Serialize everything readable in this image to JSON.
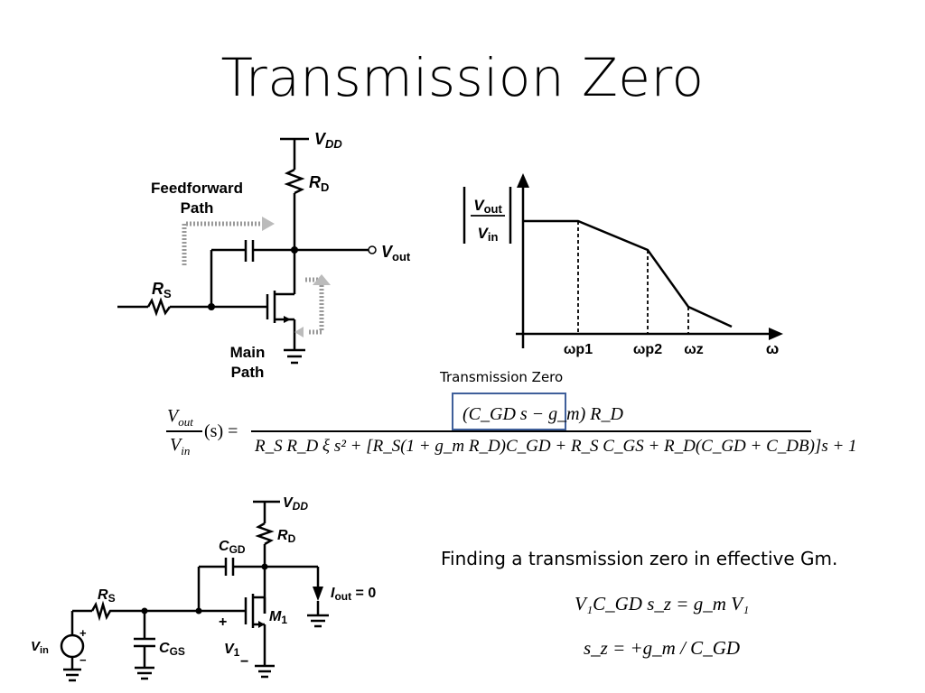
{
  "slide": {
    "title": "Transmission Zero",
    "zero_label": "Transmission Zero",
    "caption": "Finding a transmission zero in effective Gm."
  },
  "circuit_top": {
    "vdd": "V",
    "vdd_sub": "DD",
    "rd": "R",
    "rd_sub": "D",
    "rs": "R",
    "rs_sub": "S",
    "vout": "V",
    "vout_sub": "out",
    "feedforward": "Feedforward",
    "path": "Path",
    "main": "Main",
    "main_path": "Path"
  },
  "bode": {
    "y_num": "V",
    "y_num_sub": "out",
    "y_den": "V",
    "y_den_sub": "in",
    "ticks": [
      "ωp1",
      "ωp2",
      "ωz"
    ],
    "x_axis": "ω"
  },
  "equation": {
    "lhs_num": "V",
    "lhs_num_sub": "out",
    "lhs_den": "V",
    "lhs_den_sub": "in",
    "lhs_arg": "(s) =",
    "numerator": "(C_GD s − g_m) R_D",
    "denominator": "R_S R_D ξ s² + [R_S(1 + g_m R_D)C_GD + R_S C_GS + R_D(C_GD + C_DB)]s + 1"
  },
  "circuit_bottom": {
    "vdd": "V",
    "vdd_sub": "DD",
    "rd": "R",
    "rd_sub": "D",
    "cgd": "C",
    "cgd_sub": "GD",
    "rs": "R",
    "rs_sub": "S",
    "iout": "I",
    "iout_sub": "out",
    "iout_val": " = 0",
    "m1": "M",
    "m1_sub": "1",
    "vin": "V",
    "vin_sub": "in",
    "cgs": "C",
    "cgs_sub": "GS",
    "v1": "V",
    "v1_sub": "1",
    "plus": "+",
    "minus": "−",
    "src_plus": "+",
    "src_minus": "−"
  },
  "formulas": {
    "f1": "V₁C_GD s_z = g_m V₁",
    "f2": "s_z = +g_m / C_GD"
  }
}
